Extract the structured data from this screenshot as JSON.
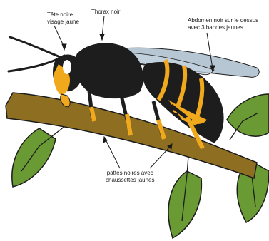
{
  "labels": {
    "head": "Tête noire\nvisage jaune",
    "thorax": "Thorax noir",
    "abdomen": "Abdomen noir sur le dessus\navec 3 bandes jaunes",
    "legs": "pattes noires avec\nchaussettes jaunes"
  },
  "colors": {
    "branch": "#8e6f22",
    "leaf": "#6a9a33",
    "body": "#1d1d1d",
    "yellow": "#f0a81c",
    "wing": "#a9bccb"
  }
}
